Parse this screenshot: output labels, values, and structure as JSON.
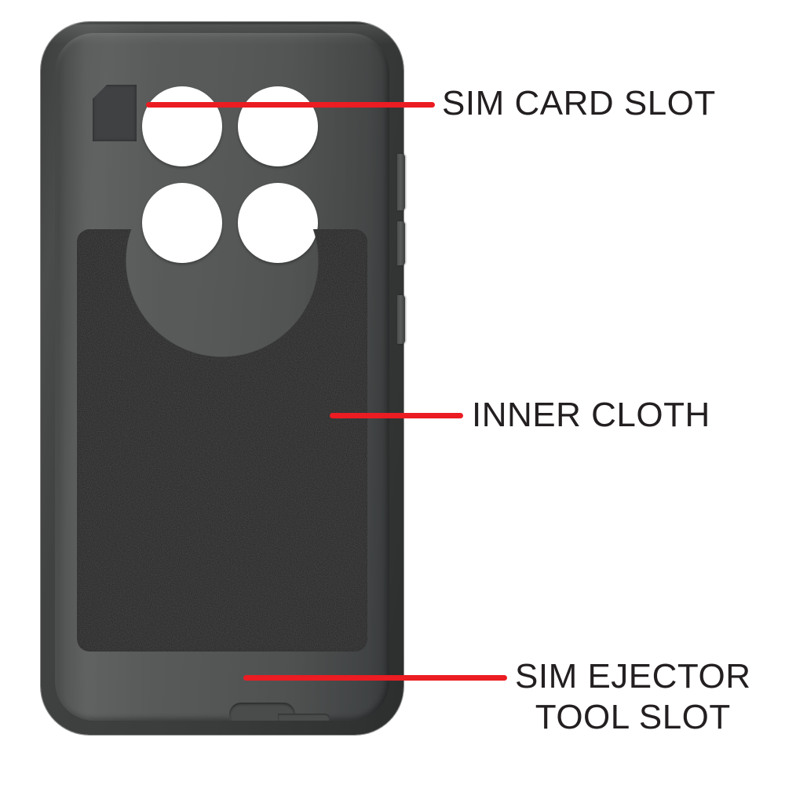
{
  "scene": {
    "title": "Phone case interior annotated diagram",
    "background_color": "#ffffff",
    "accent_color": "#eb1c22"
  },
  "product": {
    "name": "phone-case",
    "body_color": "#4a4c4c",
    "inner_face_color": "#595b5b",
    "cloth_color": "#242424",
    "camera_cutout_color": "#ffffff",
    "camera_cutout_count": 4,
    "side_button_count": 3
  },
  "annotations": [
    {
      "id": "sim-card-slot",
      "label": "SIM CARD SLOT",
      "leader_color": "#eb1c22"
    },
    {
      "id": "inner-cloth",
      "label": "INNER CLOTH",
      "leader_color": "#eb1c22"
    },
    {
      "id": "sim-ejector-tool-slot",
      "label": "SIM EJECTOR\nTOOL SLOT",
      "leader_color": "#eb1c22"
    }
  ]
}
